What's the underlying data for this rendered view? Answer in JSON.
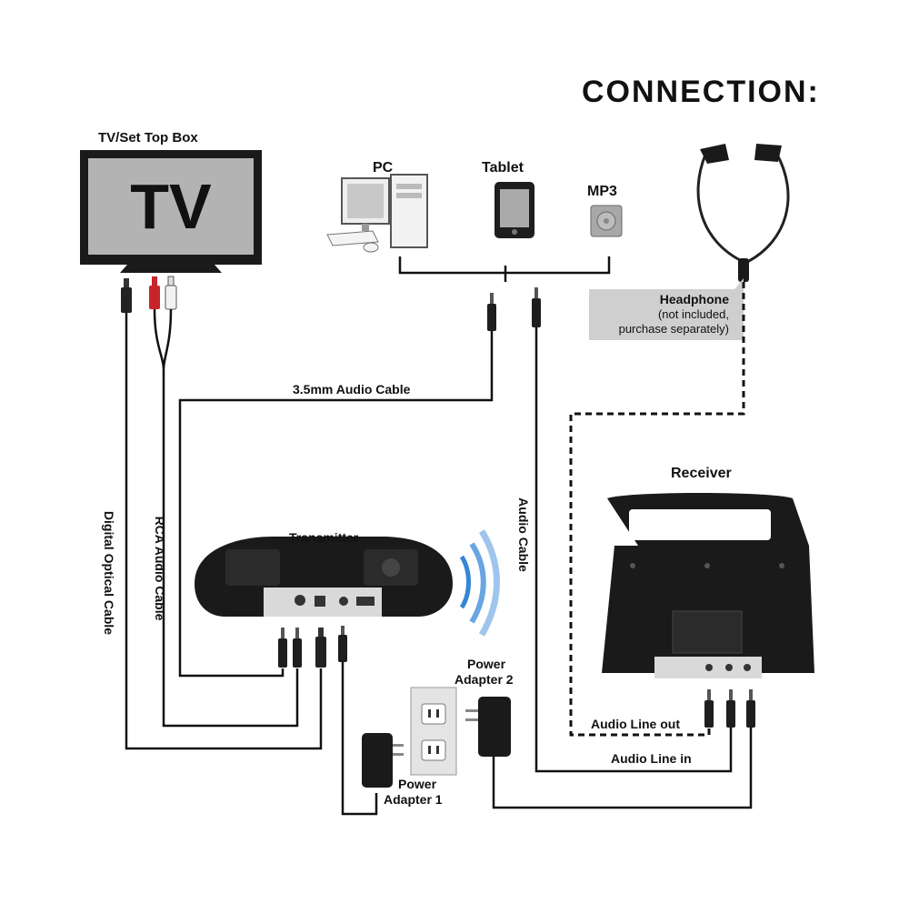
{
  "title": "CONNECTION:",
  "devices": {
    "tv_label": "TV/Set Top Box",
    "tv_screen_text": "TV",
    "pc_label": "PC",
    "tablet_label": "Tablet",
    "mp3_label": "MP3",
    "headphone_label": "Headphone",
    "headphone_note_1": "(not included,",
    "headphone_note_2": "purchase separately)",
    "transmitter_label": "Transmitter",
    "receiver_label": "Receiver",
    "power_adapter_1_line1": "Power",
    "power_adapter_1_line2": "Adapter 1",
    "power_adapter_2_line1": "Power",
    "power_adapter_2_line2": "Adapter 2"
  },
  "cables": {
    "audio_3_5mm": "3.5mm Audio Cable",
    "digital_optical": "Digital Optical Cable",
    "rca_audio": "RCA Audio Cable",
    "audio_cable": "Audio Cable",
    "audio_line_out": "Audio Line out",
    "audio_line_in": "Audio Line in"
  },
  "colors": {
    "device_black": "#1a1a1a",
    "screen_grey": "#b3b3b3",
    "note_bg": "#cfcfcf",
    "signal_blue": "#2a7fd4",
    "rca_red": "#c8242b"
  }
}
